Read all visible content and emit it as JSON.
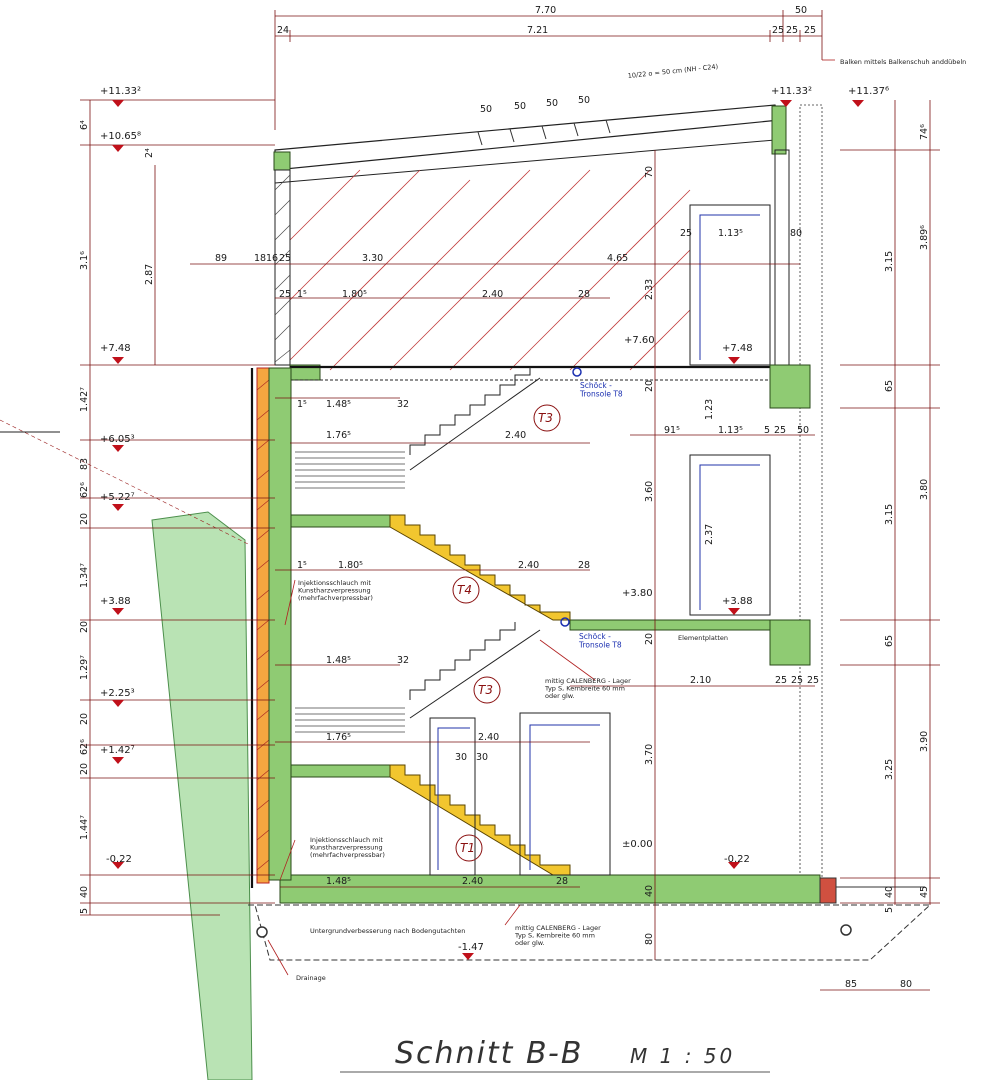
{
  "title": "Schnitt  B-B",
  "scale": "M 1 : 50",
  "levels": [
    "+11.33²",
    "+11.33²",
    "+11.37⁶",
    "+10.65⁸",
    "+7.48",
    "+7.48",
    "+7.60",
    "+6.05³",
    "+5.22⁷",
    "+3.88",
    "+3.88",
    "+3.80",
    "+2.25³",
    "+1.42⁷",
    "±0.00",
    "-0.22",
    "-0.22",
    "-1.47"
  ],
  "stair_tags": [
    "T3",
    "T4",
    "T3",
    "T1"
  ],
  "notes": {
    "beam": "Balken mittels Balkenschuh anddübeln",
    "rafters": "10/22 o = 50 cm (NH - C24)",
    "schoeck_upper": "Schöck -\nTronsole T8",
    "schoeck_lower": "Schöck -\nTronsole T8",
    "inj_upper": "Injektionsschlauch mit\nKunstharzverpressung\n(mehrfachverpressbar)",
    "inj_lower": "Injektionsschlauch mit\nKunstharzverpressung\n(mehrfachverpressbar)",
    "elementplatten": "Elementplatten",
    "calenberg_upper": "mittig CALENBERG - Lager\nTyp S, Kernbreite 60 mm\noder glw.",
    "calenberg_lower": "mittig CALENBERG - Lager\nTyp S, Kernbreite 60 mm\noder glw.",
    "soil": "Untergrundverbesserung nach Bodengutachten",
    "drainage": "Drainage"
  },
  "dimensions": {
    "top": [
      "7.70",
      "50",
      "24",
      "7.21",
      "25",
      "25",
      "25"
    ],
    "roof_spacing": [
      "50",
      "50",
      "50",
      "50"
    ],
    "upper_row": [
      "89",
      "18",
      "16",
      "25",
      "3.30",
      "4.65",
      "25",
      "1.13⁵",
      "80"
    ],
    "upper_row2": [
      "25",
      "1⁵",
      "1.80⁵",
      "2.40",
      "28"
    ],
    "upper_stair": [
      "1⁵",
      "1.48⁵",
      "32",
      "1.76⁵",
      "2.40",
      "91⁵",
      "1.13⁵",
      "5",
      "25",
      "50"
    ],
    "mid_stair": [
      "1⁵",
      "1.80⁵",
      "2.40",
      "28"
    ],
    "lower_stair": [
      "1.48⁵",
      "32",
      "1.76⁵",
      "2.40",
      "30",
      "30",
      "2.10",
      "25",
      "25",
      "25"
    ],
    "bottom_row": [
      "1.48⁵",
      "2.40",
      "28"
    ],
    "base": [
      "85",
      "80"
    ],
    "left_vertical": [
      "6⁴",
      "2⁴",
      "3.1⁶",
      "2.87",
      "1.42⁷",
      "83",
      "62⁶",
      "20",
      "1.34⁷",
      "20",
      "1.29⁷",
      "20",
      "62⁶",
      "20",
      "1.44⁷",
      "40",
      "5"
    ],
    "right_vertical": [
      "74⁶",
      "3.89⁶",
      "3.15",
      "65",
      "3.80",
      "3.15",
      "65",
      "3.90",
      "3.25",
      "40",
      "45",
      "5"
    ],
    "inner_vertical": [
      "70",
      "2.33",
      "20",
      "1.23",
      "3.60",
      "2.37",
      "20",
      "3.70",
      "80",
      "40"
    ]
  }
}
